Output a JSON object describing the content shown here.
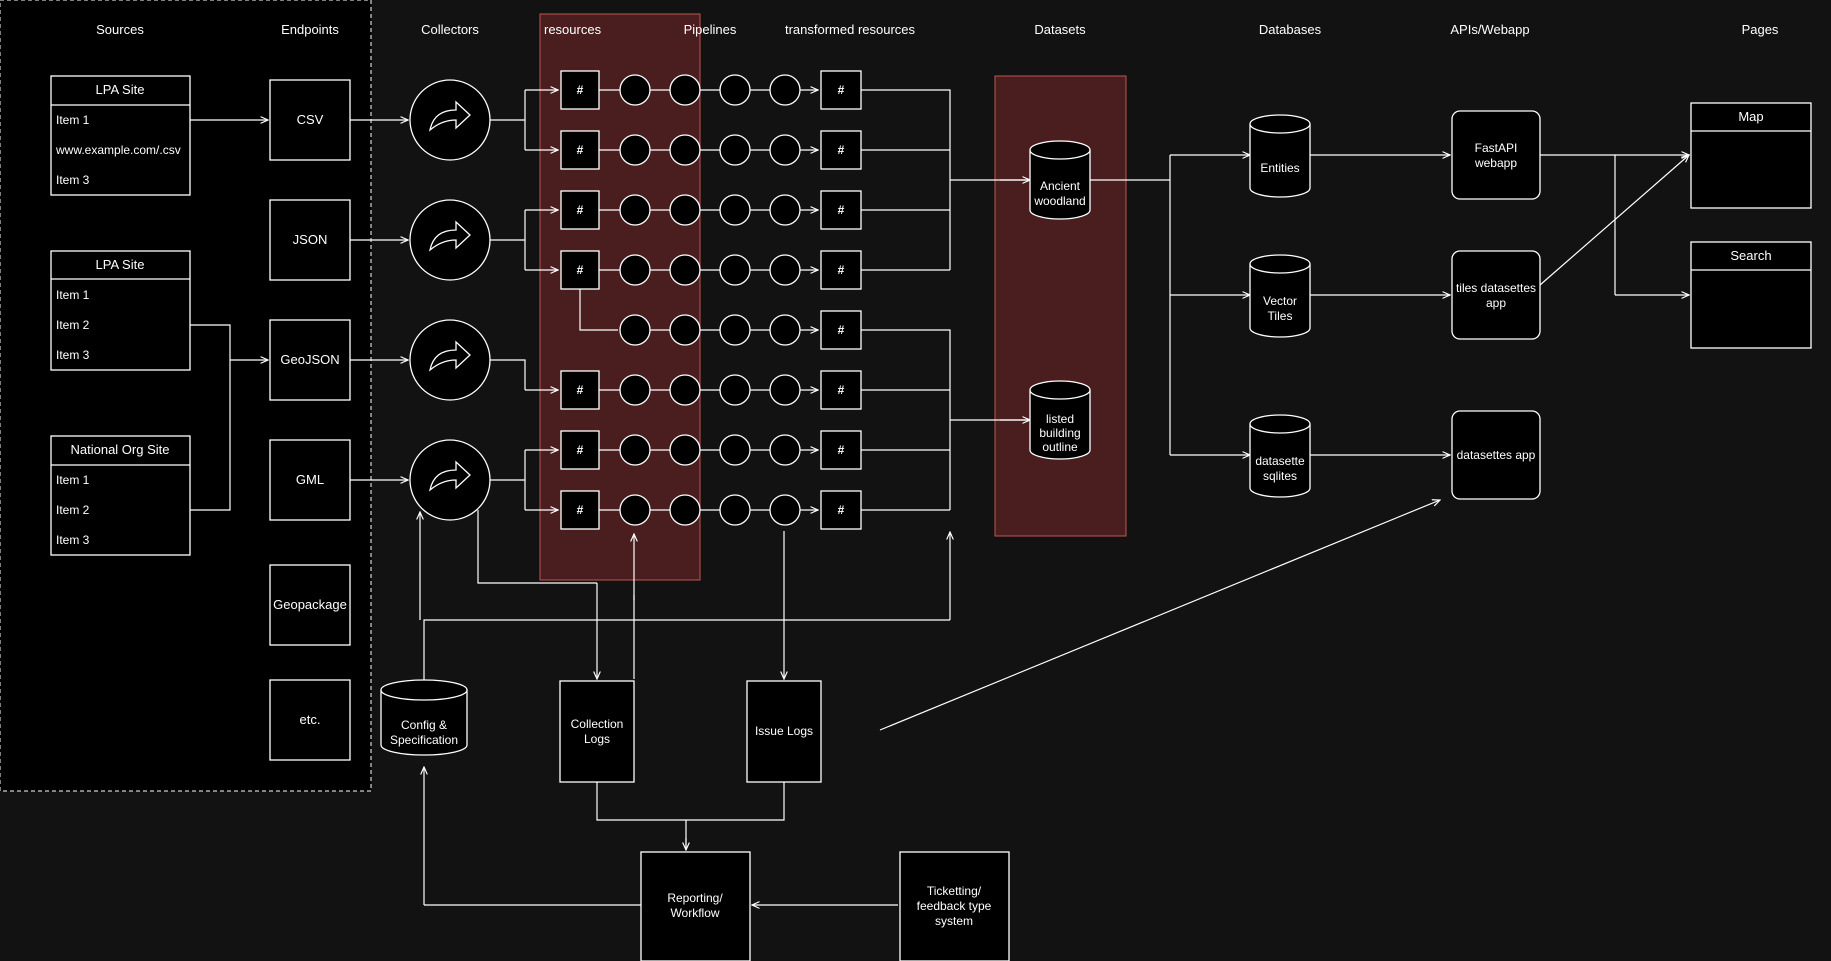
{
  "columns": {
    "sources": "Sources",
    "endpoints": "Endpoints",
    "collectors": "Collectors",
    "resources": "resources",
    "pipelines": "Pipelines",
    "transformed": "transformed resources",
    "datasets": "Datasets",
    "databases": "Databases",
    "apis": "APIs/Webapp",
    "pages": "Pages"
  },
  "sources": [
    {
      "title": "LPA Site",
      "items": [
        "Item 1",
        "www.example.com/.csv",
        "Item 3"
      ]
    },
    {
      "title": "LPA Site",
      "items": [
        "Item 1",
        "Item 2",
        "Item 3"
      ]
    },
    {
      "title": "National Org Site",
      "items": [
        "Item 1",
        "Item 2",
        "Item 3"
      ]
    }
  ],
  "endpoints": [
    "CSV",
    "JSON",
    "GeoJSON",
    "GML",
    "Geopackage",
    "etc."
  ],
  "resource_marker": "#",
  "datasets": [
    {
      "lines": [
        "Ancient",
        "woodland"
      ]
    },
    {
      "lines": [
        "listed",
        "building",
        "outline"
      ]
    }
  ],
  "databases": [
    {
      "lines": [
        "Entities"
      ]
    },
    {
      "lines": [
        "Vector",
        "Tiles"
      ]
    },
    {
      "lines": [
        "datasette",
        "sqlites"
      ]
    }
  ],
  "apis": [
    {
      "lines": [
        "FastAPI",
        "webapp"
      ]
    },
    {
      "lines": [
        "tiles datasettes",
        "app"
      ]
    },
    {
      "lines": [
        "datasettes app"
      ]
    }
  ],
  "pages": [
    "Map",
    "Search"
  ],
  "support": {
    "config": [
      "Config &",
      "Specification"
    ],
    "collection_logs": [
      "Collection",
      "Logs"
    ],
    "issue_logs": [
      "Issue Logs"
    ],
    "reporting": [
      "Reporting/",
      "Workflow"
    ],
    "ticketing": [
      "Ticketting/",
      "feedback type",
      "system"
    ]
  },
  "colors": {
    "background": "#121212",
    "highlight_fill": "#4a1e1e",
    "highlight_stroke": "#c25454",
    "line": "#ffffff",
    "node": "#000000"
  }
}
